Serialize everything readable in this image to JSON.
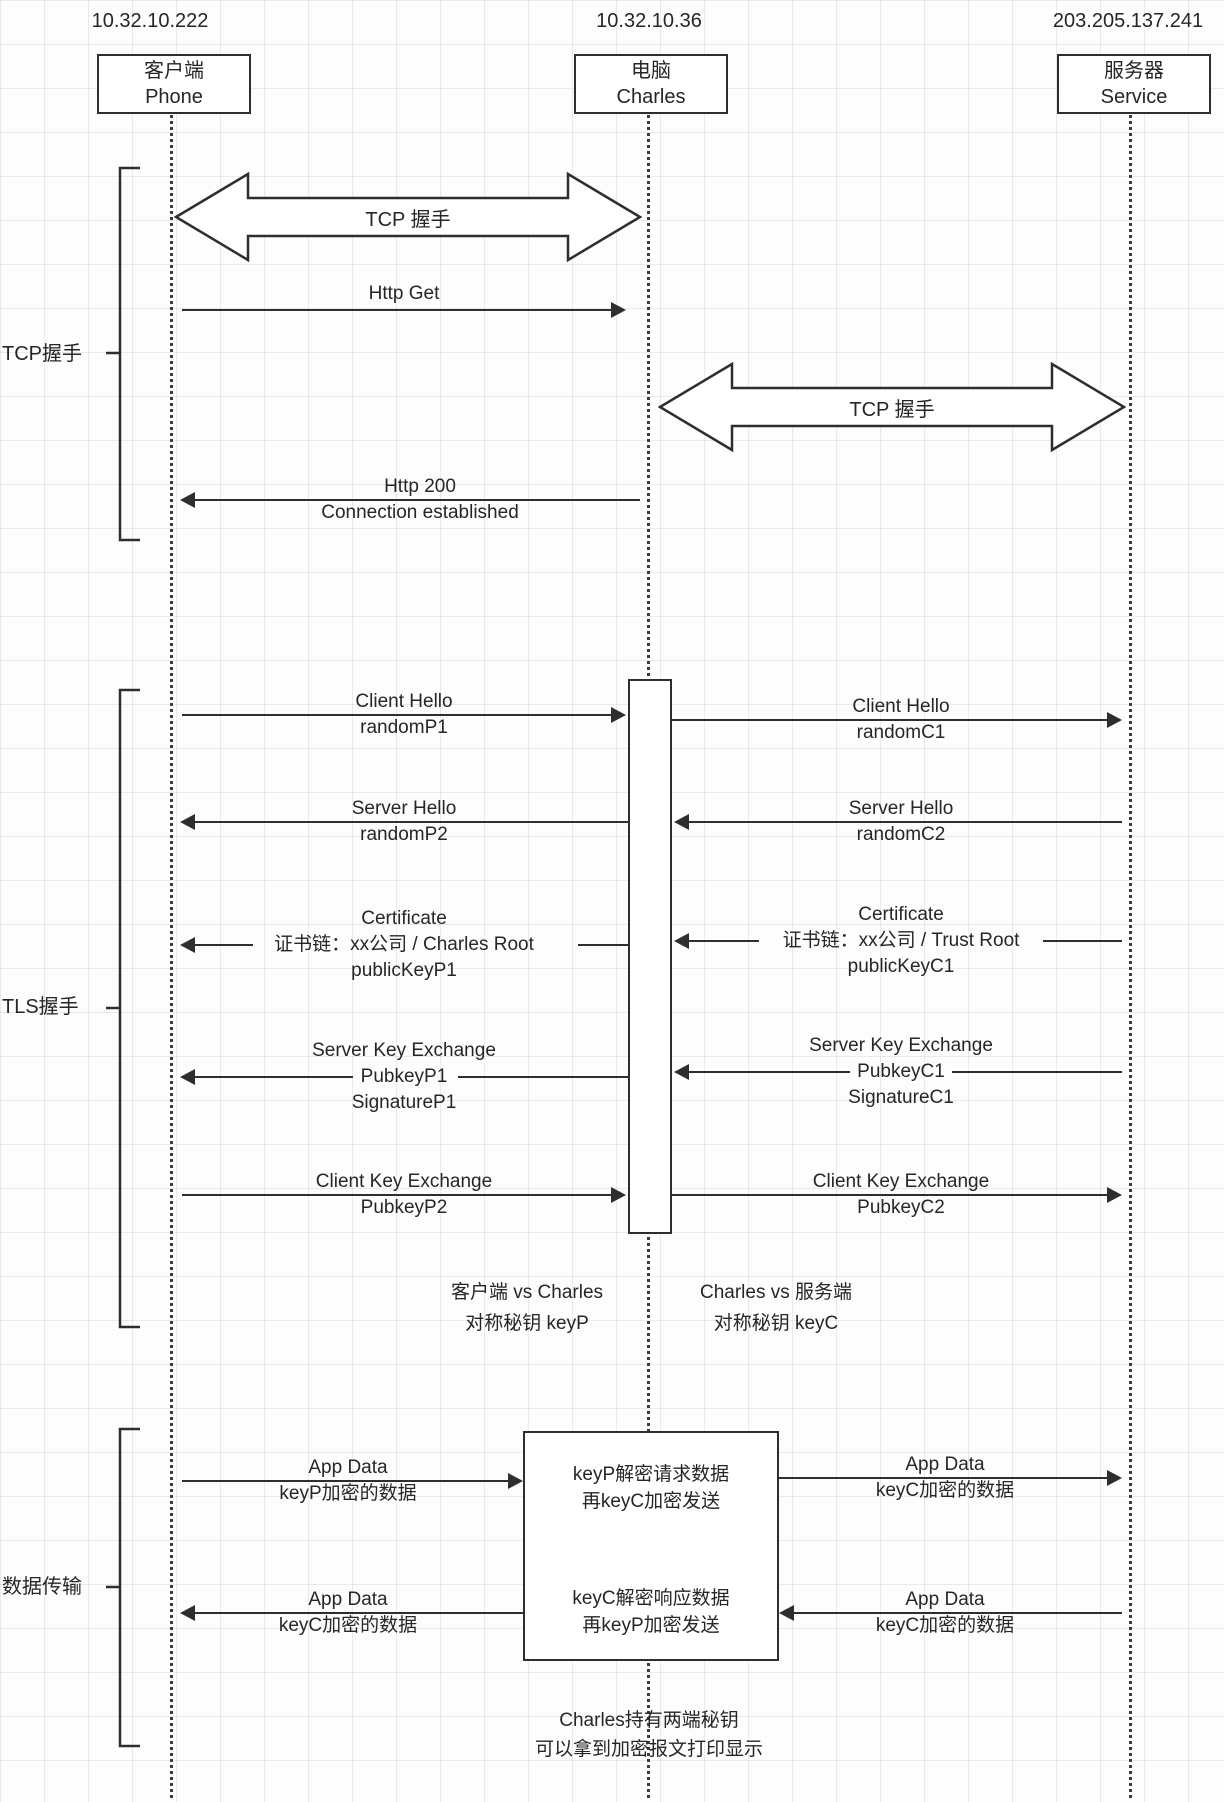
{
  "participants": {
    "phone": {
      "ip": "10.32.10.222",
      "line1": "客户端",
      "line2": "Phone"
    },
    "charles": {
      "ip": "10.32.10.36",
      "line1": "电脑",
      "line2": "Charles"
    },
    "service": {
      "ip": "203.205.137.241",
      "line1": "服务器",
      "line2": "Service"
    }
  },
  "phases": {
    "tcp": "TCP握手",
    "tls": "TLS握手",
    "data": "数据传输"
  },
  "tcp": {
    "handshake_left": "TCP 握手",
    "handshake_right": "TCP 握手",
    "http_get": "Http Get",
    "http_200": {
      "l1": "Http 200",
      "l2": "Connection established"
    }
  },
  "tls": {
    "left": {
      "client_hello": {
        "l1": "Client Hello",
        "l2": "randomP1"
      },
      "server_hello": {
        "l1": "Server Hello",
        "l2": "randomP2"
      },
      "certificate": {
        "l1": "Certificate",
        "l2": "证书链：xx公司 / Charles Root",
        "l3": "publicKeyP1"
      },
      "server_key_exchange": {
        "l1": "Server Key Exchange",
        "l2": "PubkeyP1",
        "l3": "SignatureP1"
      },
      "client_key_exchange": {
        "l1": "Client Key Exchange",
        "l2": "PubkeyP2"
      }
    },
    "right": {
      "client_hello": {
        "l1": "Client Hello",
        "l2": "randomC1"
      },
      "server_hello": {
        "l1": "Server Hello",
        "l2": "randomC2"
      },
      "certificate": {
        "l1": "Certificate",
        "l2": "证书链：xx公司 / Trust Root",
        "l3": "publicKeyC1"
      },
      "server_key_exchange": {
        "l1": "Server Key Exchange",
        "l2": "PubkeyC1",
        "l3": "SignatureC1"
      },
      "client_key_exchange": {
        "l1": "Client Key Exchange",
        "l2": "PubkeyC2"
      }
    },
    "note_left": {
      "l1": "客户端 vs Charles",
      "l2": "对称秘钥 keyP"
    },
    "note_right": {
      "l1": "Charles vs 服务端",
      "l2": "对称秘钥 keyC"
    }
  },
  "data_transfer": {
    "to_charles": {
      "l1": "App Data",
      "l2": "keyP加密的数据"
    },
    "to_service": {
      "l1": "App Data",
      "l2": "keyC加密的数据"
    },
    "from_service": {
      "l1": "App Data",
      "l2": "keyC加密的数据"
    },
    "to_phone": {
      "l1": "App Data",
      "l2": "keyC加密的数据"
    },
    "charles_box": {
      "t1": "keyP解密请求数据",
      "t2": "再keyC加密发送",
      "b1": "keyC解密响应数据",
      "b2": "再keyP加密发送"
    },
    "footer": {
      "l1": "Charles持有两端秘钥",
      "l2": "可以拿到加密报文打印显示"
    }
  }
}
